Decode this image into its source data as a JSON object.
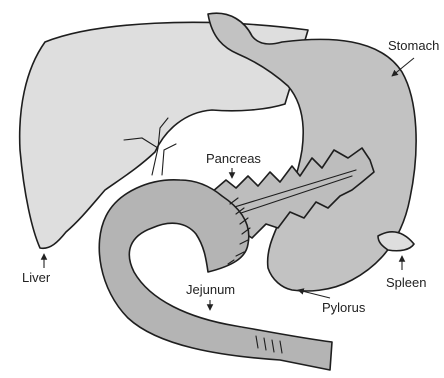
{
  "labels": {
    "stomach": "Stomach",
    "pancreas": "Pancreas",
    "liver": "Liver",
    "spleen": "Spleen",
    "jejunum": "Jejunum",
    "pylorus": "Pylorus"
  },
  "colors": {
    "liver_fill": "#dedede",
    "stomach_fill": "#c2c2c2",
    "pancreas_fill": "#bdbdbd",
    "jejunum_fill": "#b4b4b4",
    "outline": "#1e1e1e"
  }
}
